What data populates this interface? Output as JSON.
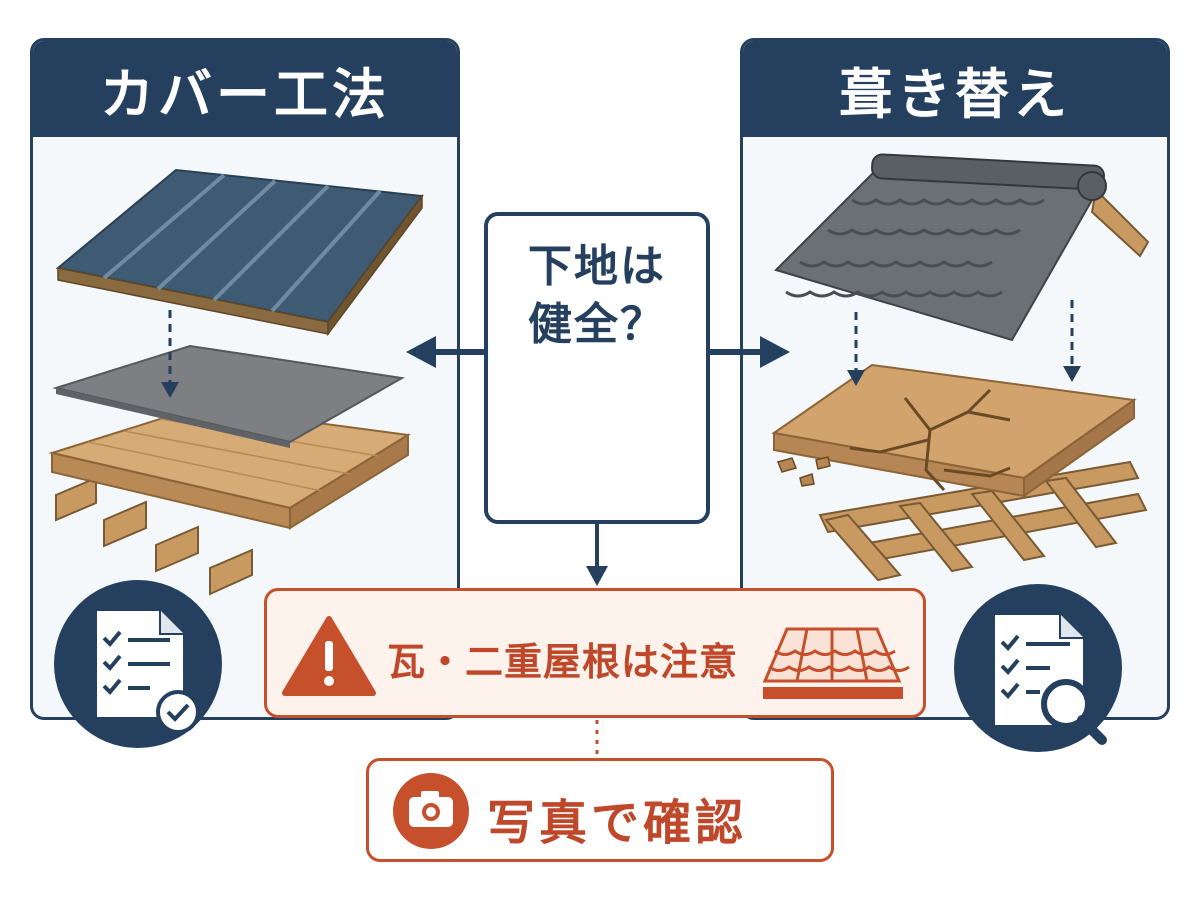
{
  "left_panel": {
    "title": "カバー工法"
  },
  "right_panel": {
    "title": "葺き替え"
  },
  "center": {
    "question_line1": "下地は",
    "question_line2": "健全？",
    "house_mark": "?"
  },
  "warning": {
    "text": "瓦・二重屋根は注意"
  },
  "photo": {
    "text": "写真で確認"
  },
  "colors": {
    "navy": "#25405f",
    "accent": "#c6502c",
    "metal_roof": "#3f5a73",
    "wood": "#d2a36c",
    "tile": "#6b7075"
  },
  "icons": {
    "left_circle": "checklist-document-icon",
    "right_circle": "document-search-icon",
    "warning": "warning-triangle-icon",
    "tile_roof": "tile-roof-icon",
    "camera": "camera-icon"
  }
}
